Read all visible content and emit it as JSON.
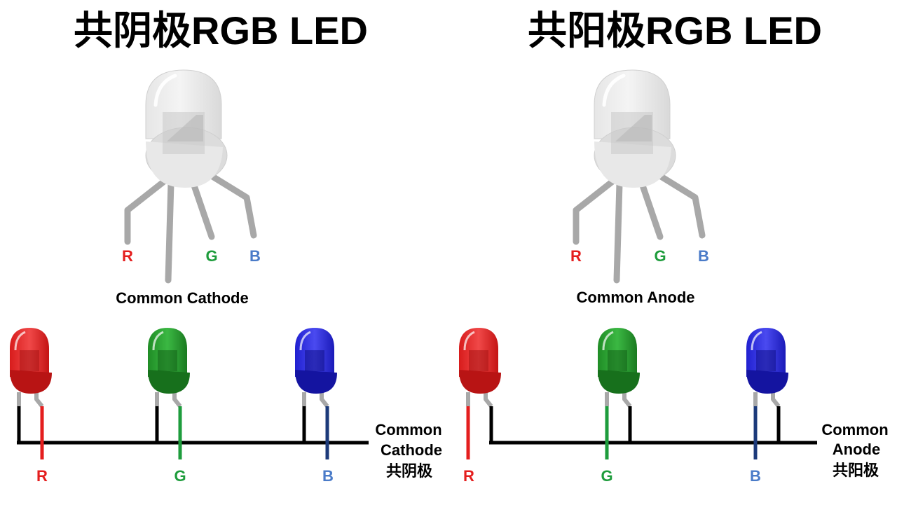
{
  "colors": {
    "red": "#e41e1e",
    "green": "#1e9c3c",
    "blue": "#4a7bc8",
    "navy": "#1c3a7a",
    "black": "#000000",
    "gray_lead": "#a8a8a8"
  },
  "cathode": {
    "title": "共阴极RGB LED",
    "caption": "Common Cathode",
    "pins": {
      "r": "R",
      "g": "G",
      "b": "B"
    },
    "circuit_labels": {
      "r": "R",
      "g": "G",
      "b": "B"
    },
    "bus_label": {
      "line1": "Common",
      "line2": "Cathode",
      "line3": "共阴极"
    }
  },
  "anode": {
    "title": "共阳极RGB LED",
    "caption": "Common Anode",
    "pins": {
      "r": "R",
      "g": "G",
      "b": "B"
    },
    "circuit_labels": {
      "r": "R",
      "g": "G",
      "b": "B"
    },
    "bus_label": {
      "line1": "Common",
      "line2": "Anode",
      "line3": "共阳极"
    }
  }
}
